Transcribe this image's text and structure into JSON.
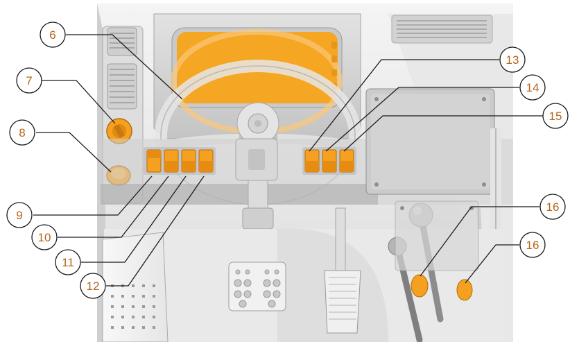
{
  "colors": {
    "accent": "#f5a020",
    "callout_text": "#b5651d",
    "leader": "#1a1a1a",
    "body_light": "#ececec",
    "body_mid": "#d6d6d6",
    "body_dark": "#9a9a9a"
  },
  "callouts": {
    "c6": "6",
    "c7": "7",
    "c8": "8",
    "c9": "9",
    "c10": "10",
    "c11": "11",
    "c12": "12",
    "c13": "13",
    "c14": "14",
    "c15": "15",
    "c16a": "16",
    "c16b": "16"
  }
}
